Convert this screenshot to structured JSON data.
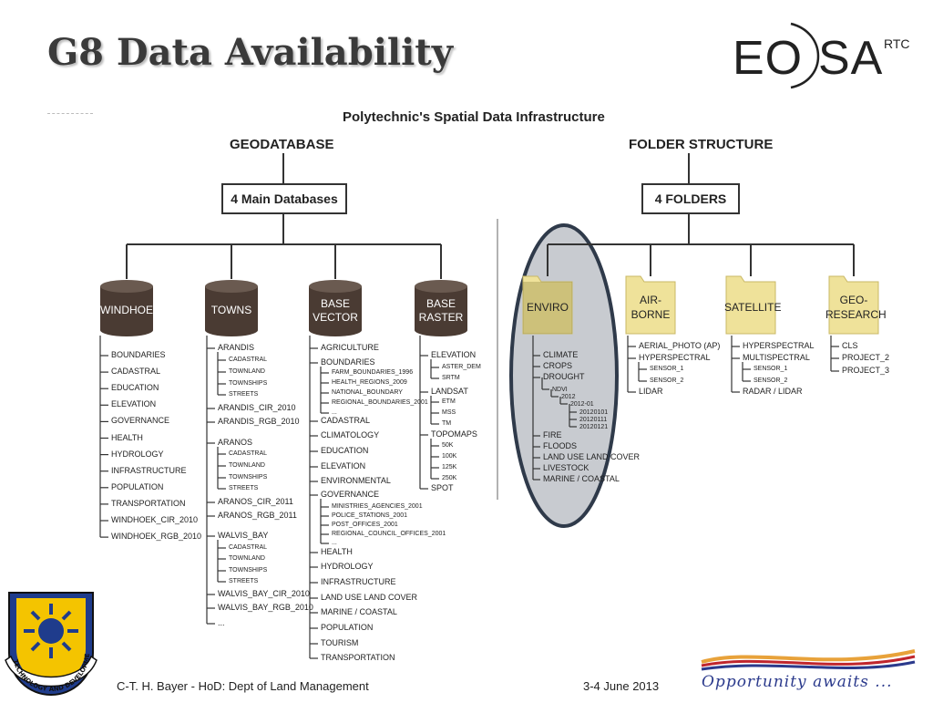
{
  "slide": {
    "title": "G8 Data Availability",
    "footer_author": "C-T. H. Bayer - HoD: Dept of Land Management",
    "footer_date": "3-4 June 2013"
  },
  "logos": {
    "eosa_left": "EO",
    "eosa_right": "SA",
    "eosa_sup": "RTC",
    "opportunity": "Opportunity awaits ...",
    "poly_ring": "TECHNOLOGY AND DEVELOPMENT"
  },
  "colors": {
    "cylinder": "#4a3b33",
    "folder": "#efe29a",
    "folder_tab": "#d8c878",
    "ellipse_fill": "#c8cbd0",
    "ellipse_stroke": "#2f3a4a",
    "line": "#333333"
  },
  "diagram": {
    "title": "Polytechnic's Spatial Data Infrastructure",
    "geodatabase": {
      "header": "GEODATABASE",
      "box": "4 Main Databases",
      "windhoek": {
        "label": "WINDHOEK",
        "items": [
          "BOUNDARIES",
          "CADASTRAL",
          "EDUCATION",
          "ELEVATION",
          "GOVERNANCE",
          "HEALTH",
          "HYDROLOGY",
          "INFRASTRUCTURE",
          "POPULATION",
          "TRANSPORTATION",
          "WINDHOEK_CIR_2010",
          "WINDHOEK_RGB_2010"
        ]
      },
      "towns": {
        "label": "TOWNS",
        "items": [
          "ARANDIS",
          "CADASTRAL",
          "TOWNLAND",
          "TOWNSHIPS",
          "STREETS",
          "ARANDIS_CIR_2010",
          "ARANDIS_RGB_2010",
          "ARANOS",
          "CADASTRAL",
          "TOWNLAND",
          "TOWNSHIPS",
          "STREETS",
          "ARANOS_CIR_2011",
          "ARANOS_RGB_2011",
          "WALVIS_BAY",
          "CADASTRAL",
          "TOWNLAND",
          "TOWNSHIPS",
          "STREETS",
          "WALVIS_BAY_CIR_2010",
          "WALVIS_BAY_RGB_2010",
          "..."
        ]
      },
      "base_vector": {
        "label1": "BASE",
        "label2": "VECTOR",
        "items": [
          "AGRICULTURE",
          "BOUNDARIES",
          "FARM_BOUNDARIES_1996",
          "HEALTH_REGIONS_2009",
          "NATIONAL_BOUNDARY",
          "REGIONAL_BOUNDARIES_2001",
          "...",
          "CADASTRAL",
          "CLIMATOLOGY",
          "EDUCATION",
          "ELEVATION",
          "ENVIRONMENTAL",
          "GOVERNANCE",
          "MINISTRIES_AGENCIES_2001",
          "POLICE_STATIONS_2001",
          "POST_OFFICES_2001",
          "REGIONAL_COUNCIL_OFFICES_2001",
          "...",
          "HEALTH",
          "HYDROLOGY",
          "INFRASTRUCTURE",
          "LAND USE LAND COVER",
          "MARINE / COASTAL",
          "POPULATION",
          "TOURISM",
          "TRANSPORTATION"
        ]
      },
      "base_raster": {
        "label1": "BASE",
        "label2": "RASTER",
        "items": [
          "ELEVATION",
          "ASTER_DEM",
          "SRTM",
          "LANDSAT",
          "ETM",
          "MSS",
          "TM",
          "TOPOMAPS",
          "50K",
          "100K",
          "125K",
          "250K",
          "SPOT"
        ]
      }
    },
    "folders": {
      "header": "FOLDER STRUCTURE",
      "box": "4 FOLDERS",
      "enviro": {
        "label": "ENVIRO",
        "items": [
          "CLIMATE",
          "CROPS",
          "DROUGHT",
          "NDVI",
          "2012",
          "2012-01",
          "20120101",
          "20120111",
          "20120121",
          "FIRE",
          "FLOODS",
          "LAND USE LAND COVER",
          "LIVESTOCK",
          "MARINE / COASTAL"
        ]
      },
      "airborne": {
        "label1": "AIR-",
        "label2": "BORNE",
        "items": [
          "AERIAL_PHOTO (AP)",
          "HYPERSPECTRAL",
          "SENSOR_1",
          "SENSOR_2",
          "LIDAR"
        ]
      },
      "satellite": {
        "label": "SATELLITE",
        "items": [
          "HYPERSPECTRAL",
          "MULTISPECTRAL",
          "SENSOR_1",
          "SENSOR_2",
          "RADAR / LIDAR"
        ]
      },
      "georesearch": {
        "label1": "GEO-",
        "label2": "RESEARCH",
        "items": [
          "CLS",
          "PROJECT_2",
          "PROJECT_3"
        ]
      }
    }
  }
}
